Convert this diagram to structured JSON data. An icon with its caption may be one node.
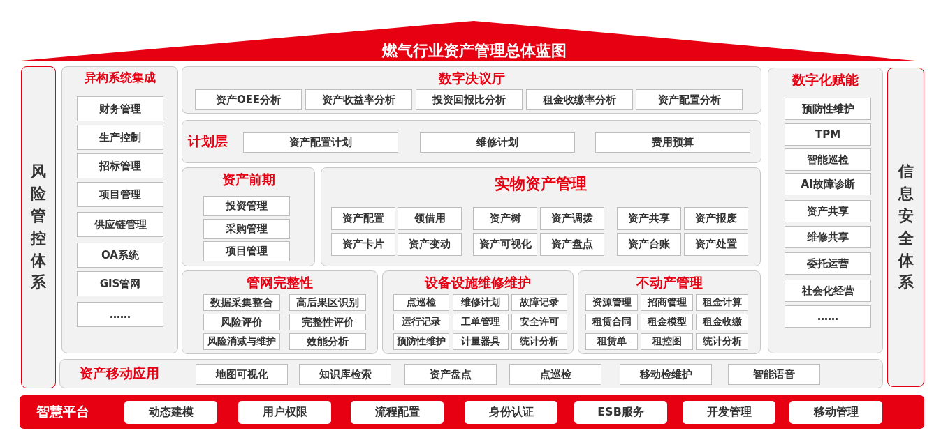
{
  "diagram": {
    "title": "燃气行业资产管理总体蓝图",
    "nodes": [
      {
        "text": [
          "风险管控体系"
        ]
      },
      {
        "text": [
          "异构系统集成"
        ]
      },
      {
        "text": [
          "财务管理"
        ],
        "in": 1
      },
      {
        "text": [
          "生产控制"
        ],
        "in": 1
      },
      {
        "text": [
          "招标管理"
        ],
        "in": 1
      },
      {
        "text": [
          "项目管理"
        ],
        "in": 1
      },
      {
        "text": [
          "供应链管理"
        ],
        "in": 1
      },
      {
        "text": [
          "OA系统"
        ],
        "in": 1
      },
      {
        "text": [
          "GIS管网"
        ],
        "in": 1
      },
      {
        "text": [
          "……"
        ],
        "in": 1
      },
      {
        "text": [
          "数字决议厅"
        ]
      },
      {
        "text": [
          "资产OEE分析"
        ],
        "in": 10
      },
      {
        "text": [
          "资产收益率分析"
        ],
        "in": 10
      },
      {
        "text": [
          "投资回报比分析"
        ],
        "in": 10
      },
      {
        "text": [
          "租金收缴率分析"
        ],
        "in": 10
      },
      {
        "text": [
          "资产配置分析"
        ],
        "in": 10
      },
      {
        "text": [
          "计划层"
        ]
      },
      {
        "text": [
          "资产配置计划"
        ],
        "in": 16
      },
      {
        "text": [
          "维修计划"
        ],
        "in": 16
      },
      {
        "text": [
          "费用预算"
        ],
        "in": 16
      },
      {
        "text": [
          "资产前期"
        ]
      },
      {
        "text": [
          "投资管理"
        ],
        "in": 20
      },
      {
        "text": [
          "采购管理"
        ],
        "in": 20
      },
      {
        "text": [
          "项目管理"
        ],
        "in": 20
      },
      {
        "text": [
          "实物资产管理"
        ]
      },
      {
        "text": [
          "资产配置"
        ],
        "in": 24
      },
      {
        "text": [
          "领借用"
        ],
        "in": 24
      },
      {
        "text": [
          "资产树"
        ],
        "in": 24
      },
      {
        "text": [
          "资产调拨"
        ],
        "in": 24
      },
      {
        "text": [
          "资产共享"
        ],
        "in": 24
      },
      {
        "text": [
          "资产报废"
        ],
        "in": 24
      },
      {
        "text": [
          "资产卡片"
        ],
        "in": 24
      },
      {
        "text": [
          "资产变动"
        ],
        "in": 24
      },
      {
        "text": [
          "资产可视化"
        ],
        "in": 24
      },
      {
        "text": [
          "资产盘点"
        ],
        "in": 24
      },
      {
        "text": [
          "资产台账"
        ],
        "in": 24
      },
      {
        "text": [
          "资产处置"
        ],
        "in": 24
      },
      {
        "text": [
          "管网完整性"
        ]
      },
      {
        "text": [
          "数据采集整合"
        ],
        "in": 37
      },
      {
        "text": [
          "高后果区识别"
        ],
        "in": 37
      },
      {
        "text": [
          "风险评价"
        ],
        "in": 37
      },
      {
        "text": [
          "完整性评价"
        ],
        "in": 37
      },
      {
        "text": [
          "风险消减与维护"
        ],
        "in": 37
      },
      {
        "text": [
          "效能分析"
        ],
        "in": 37
      },
      {
        "text": [
          "设备设施维修维护"
        ]
      },
      {
        "text": [
          "点巡检"
        ],
        "in": 44
      },
      {
        "text": [
          "维修计划"
        ],
        "in": 44
      },
      {
        "text": [
          "故障记录"
        ],
        "in": 44
      },
      {
        "text": [
          "运行记录"
        ],
        "in": 44
      },
      {
        "text": [
          "工单管理"
        ],
        "in": 44
      },
      {
        "text": [
          "安全许可"
        ],
        "in": 44
      },
      {
        "text": [
          "预防性维护"
        ],
        "in": 44
      },
      {
        "text": [
          "计量器具"
        ],
        "in": 44
      },
      {
        "text": [
          "统计分析"
        ],
        "in": 44
      },
      {
        "text": [
          "不动产管理"
        ]
      },
      {
        "text": [
          "资源管理"
        ],
        "in": 54
      },
      {
        "text": [
          "招商管理"
        ],
        "in": 54
      },
      {
        "text": [
          "租金计算"
        ],
        "in": 54
      },
      {
        "text": [
          "租赁合同"
        ],
        "in": 54
      },
      {
        "text": [
          "租金模型"
        ],
        "in": 54
      },
      {
        "text": [
          "租金收缴"
        ],
        "in": 54
      },
      {
        "text": [
          "租赁单"
        ],
        "in": 54
      },
      {
        "text": [
          "租控图"
        ],
        "in": 54
      },
      {
        "text": [
          "统计分析"
        ],
        "in": 54
      },
      {
        "text": [
          "数字化赋能"
        ]
      },
      {
        "text": [
          "预防性维护"
        ],
        "in": 64
      },
      {
        "text": [
          "TPM"
        ],
        "in": 64
      },
      {
        "text": [
          "智能巡检"
        ],
        "in": 64
      },
      {
        "text": [
          "AI故障诊断"
        ],
        "in": 64
      },
      {
        "text": [
          "资产共享"
        ],
        "in": 64
      },
      {
        "text": [
          "维修共享"
        ],
        "in": 64
      },
      {
        "text": [
          "委托运营"
        ],
        "in": 64
      },
      {
        "text": [
          "社会化经营"
        ],
        "in": 64
      },
      {
        "text": [
          "……"
        ],
        "in": 64
      },
      {
        "text": [
          "信息安全体系"
        ]
      },
      {
        "text": [
          "资产移动应用"
        ]
      },
      {
        "text": [
          "地图可视化"
        ],
        "in": 75
      },
      {
        "text": [
          "知识库检索"
        ],
        "in": 75
      },
      {
        "text": [
          "资产盘点"
        ],
        "in": 75
      },
      {
        "text": [
          "点巡检"
        ],
        "in": 75
      },
      {
        "text": [
          "移动检维护"
        ],
        "in": 75
      },
      {
        "text": [
          "智能语音"
        ],
        "in": 75
      },
      {
        "text": [
          "智慧平台"
        ]
      },
      {
        "text": [
          "动态建模"
        ],
        "in": 82
      },
      {
        "text": [
          "用户权限"
        ],
        "in": 82
      },
      {
        "text": [
          "流程配置"
        ],
        "in": 82
      },
      {
        "text": [
          "身份认证"
        ],
        "in": 82
      },
      {
        "text": [
          "ESB服务"
        ],
        "in": 82
      },
      {
        "text": [
          "开发管理"
        ],
        "in": 82
      },
      {
        "text": [
          "移动管理"
        ],
        "in": 82
      }
    ]
  }
}
